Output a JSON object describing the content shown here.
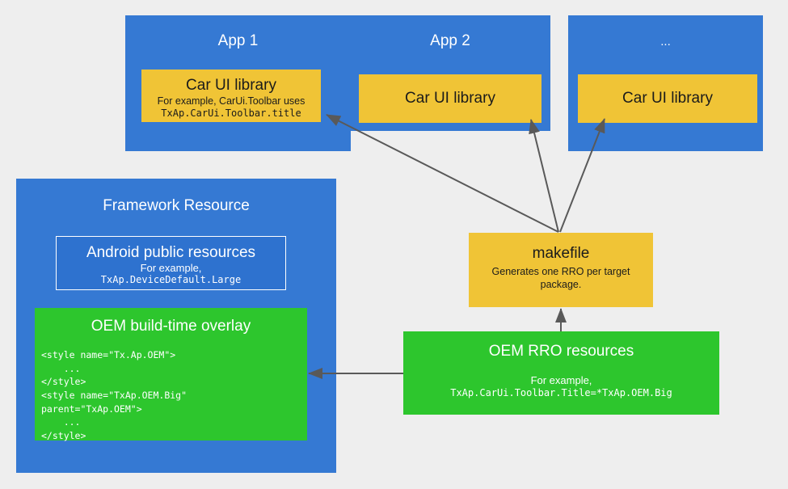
{
  "diagram": {
    "title": "Android Automotive Car UI library RRO overlay flow",
    "background_color": "#eeeeee",
    "colors": {
      "blue": "#3579d3",
      "yellow": "#f0c436",
      "green": "#2dc62d",
      "arrow": "#595959",
      "outline": "#ffffff"
    }
  },
  "apps": [
    {
      "title": "App 1",
      "library": {
        "title": "Car UI library",
        "subtitle": "For example, CarUi.Toolbar uses",
        "code": "TxAp.CarUi.Toolbar.title"
      }
    },
    {
      "title": "App 2",
      "library": {
        "title": "Car UI library",
        "subtitle": "",
        "code": ""
      }
    },
    {
      "title": "...",
      "library": {
        "title": "Car UI library",
        "subtitle": "",
        "code": ""
      }
    }
  ],
  "framework": {
    "title": "Framework Resource",
    "android_resources": {
      "title": "Android public resources",
      "subtitle": "For example,",
      "code": "TxAp.DeviceDefault.Large"
    },
    "oem_overlay": {
      "title": "OEM build-time overlay",
      "code": "<style name=\"Tx.Ap.OEM\">\n    ...\n</style>\n<style name=\"TxAp.OEM.Big\"\nparent=\"TxAp.OEM\">\n    ...\n</style>"
    }
  },
  "makefile": {
    "title": "makefile",
    "subtitle": "Generates one RRO per target package."
  },
  "oem_rro": {
    "title": "OEM RRO resources",
    "subtitle": "For example,",
    "code": "TxAp.CarUi.Toolbar.Title=*TxAp.OEM.Big"
  },
  "arrows": [
    {
      "name": "makefile-to-app1-library",
      "from": "makefile",
      "to": "App 1 Car UI library"
    },
    {
      "name": "makefile-to-app2-library",
      "from": "makefile",
      "to": "App 2 Car UI library"
    },
    {
      "name": "makefile-to-appn-library",
      "from": "makefile",
      "to": "... Car UI library"
    },
    {
      "name": "oem-rro-to-makefile",
      "from": "OEM RRO resources",
      "to": "makefile"
    },
    {
      "name": "oem-rro-to-oem-overlay",
      "from": "OEM RRO resources",
      "to": "OEM build-time overlay"
    }
  ]
}
